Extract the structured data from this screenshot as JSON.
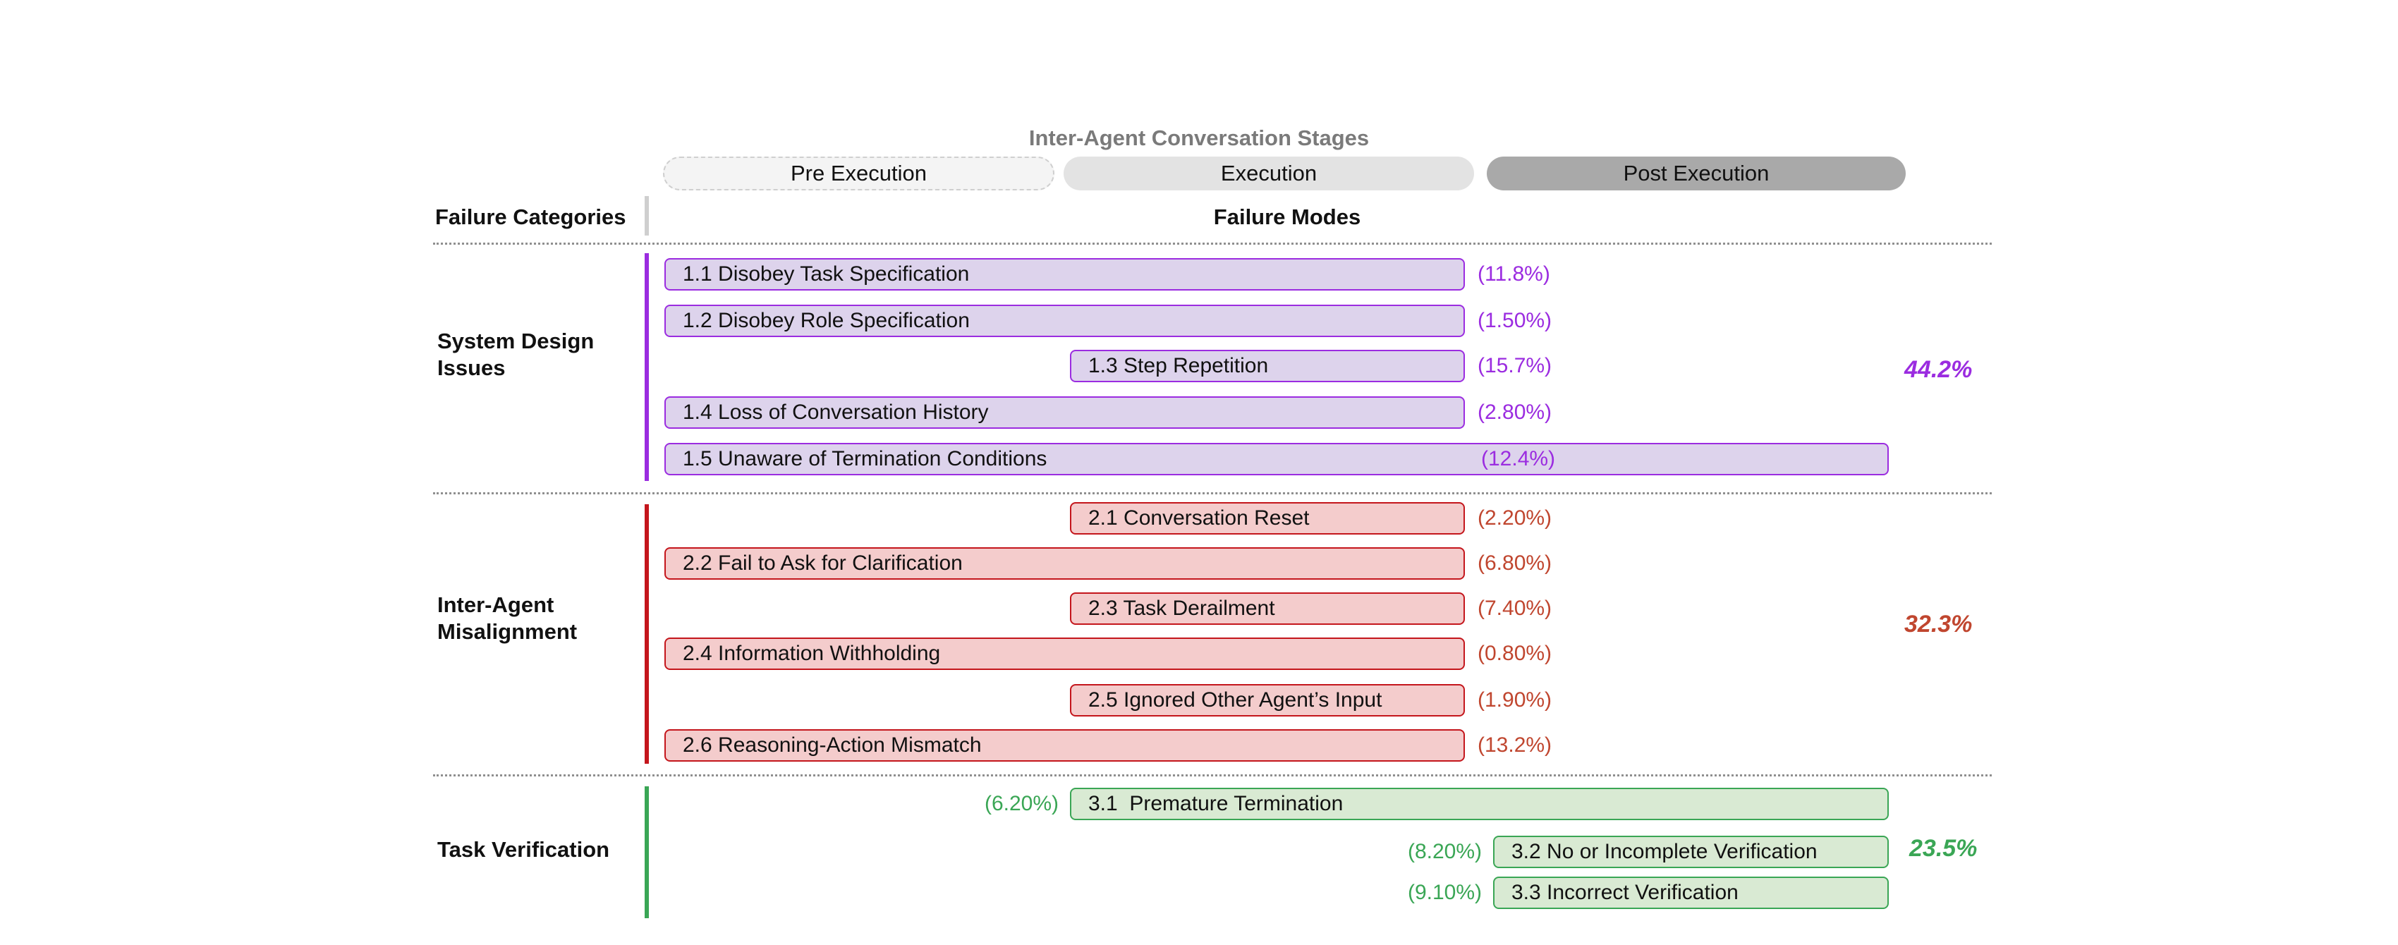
{
  "title": "Inter-Agent Conversation Stages",
  "stages": [
    "Pre Execution",
    "Execution",
    "Post Execution"
  ],
  "headers": {
    "categories": "Failure Categories",
    "modes": "Failure Modes"
  },
  "colors": {
    "system": {
      "fill": "#ddd3ec",
      "border": "#9b2ce0",
      "text": "#9b2ce0"
    },
    "inter": {
      "fill": "#f4cccc",
      "border": "#c4161c",
      "text": "#c0462f"
    },
    "verify": {
      "fill": "#d9ead3",
      "border": "#3aa655",
      "text": "#3aa655"
    }
  },
  "categories": [
    {
      "id": "system",
      "label_lines": [
        "System Design",
        "Issues"
      ],
      "total": "44.2%",
      "modes": [
        {
          "label": "1.1 Disobey Task Specification",
          "pct": "(11.8%)",
          "stages": [
            0,
            1
          ]
        },
        {
          "label": "1.2 Disobey Role Specification",
          "pct": "(1.50%)",
          "stages": [
            0,
            1
          ]
        },
        {
          "label": "1.3 Step Repetition",
          "pct": "(15.7%)",
          "stages": [
            1
          ]
        },
        {
          "label": "1.4 Loss of Conversation History",
          "pct": "(2.80%)",
          "stages": [
            0,
            1
          ]
        },
        {
          "label": "1.5 Unaware of Termination Conditions",
          "pct": "(12.4%)",
          "stages": [
            0,
            1,
            2
          ]
        }
      ]
    },
    {
      "id": "inter",
      "label_lines": [
        "Inter-Agent",
        "Misalignment"
      ],
      "total": "32.3%",
      "modes": [
        {
          "label": "2.1 Conversation Reset",
          "pct": "(2.20%)",
          "stages": [
            1
          ]
        },
        {
          "label": "2.2 Fail to Ask for Clarification",
          "pct": "(6.80%)",
          "stages": [
            0,
            1
          ]
        },
        {
          "label": "2.3 Task Derailment",
          "pct": "(7.40%)",
          "stages": [
            1
          ]
        },
        {
          "label": "2.4 Information Withholding",
          "pct": "(0.80%)",
          "stages": [
            0,
            1
          ]
        },
        {
          "label": "2.5 Ignored Other Agent’s Input",
          "pct": "(1.90%)",
          "stages": [
            1
          ]
        },
        {
          "label": "2.6 Reasoning-Action Mismatch",
          "pct": "(13.2%)",
          "stages": [
            0,
            1
          ]
        }
      ]
    },
    {
      "id": "verify",
      "label_lines": [
        "Task Verification"
      ],
      "total": "23.5%",
      "modes": [
        {
          "label": "3.1  Premature Termination",
          "pct": "(6.20%)",
          "stages": [
            1,
            2
          ]
        },
        {
          "label": "3.2 No or Incomplete Verification",
          "pct": "(8.20%)",
          "stages": [
            2
          ]
        },
        {
          "label": "3.3 Incorrect Verification",
          "pct": "(9.10%)",
          "stages": [
            2
          ]
        }
      ]
    }
  ]
}
